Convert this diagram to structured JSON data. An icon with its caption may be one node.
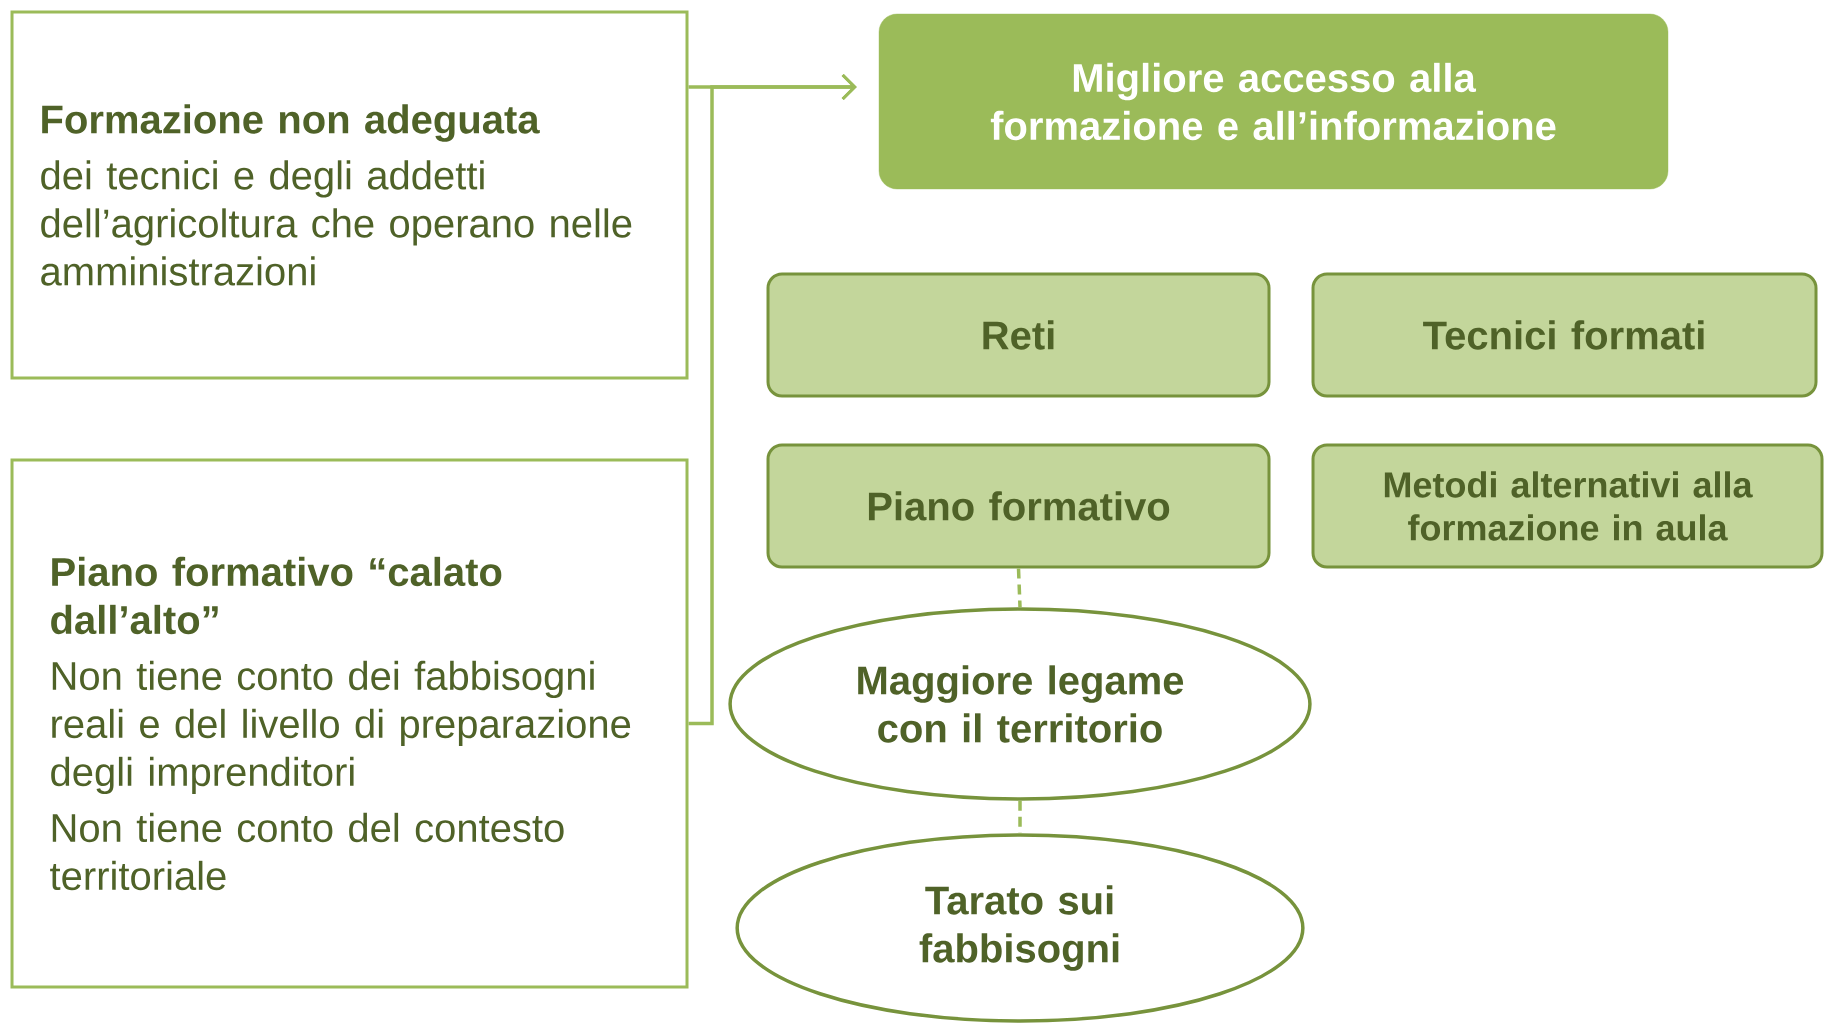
{
  "diagram": {
    "nodes": [
      {
        "text": [
          "Formazione non adeguata",
          "dei tecnici e degli addetti dell’agricoltura che operano nelle amministrazioni"
        ]
      },
      {
        "text": [
          "Piano formativo “calato dall’alto”",
          "Non tiene conto dei fabbisogni reali e del livello di preparazione degli imprenditori",
          "Non tiene conto del contesto territoriale"
        ]
      },
      {
        "text": [
          "Migliore accesso alla formazione e all’informazione"
        ]
      },
      {
        "text": [
          "Reti"
        ]
      },
      {
        "text": [
          "Tecnici formati"
        ]
      },
      {
        "text": [
          "Piano formativo"
        ]
      },
      {
        "text": [
          "Metodi alternativi alla formazione in aula"
        ]
      },
      {
        "text": [
          "Maggiore legame con il territorio"
        ]
      },
      {
        "text": [
          "Tarato sui fabbisogni"
        ]
      }
    ],
    "edges": [
      {
        "from": 0,
        "to": 2,
        "arrow": "to"
      },
      {
        "from": 1,
        "to": 2,
        "arrow": "to"
      },
      {
        "from": 5,
        "to": 7,
        "arrow": "none",
        "style": "dashed"
      },
      {
        "from": 7,
        "to": 8,
        "arrow": "none",
        "style": "dashed"
      }
    ]
  }
}
